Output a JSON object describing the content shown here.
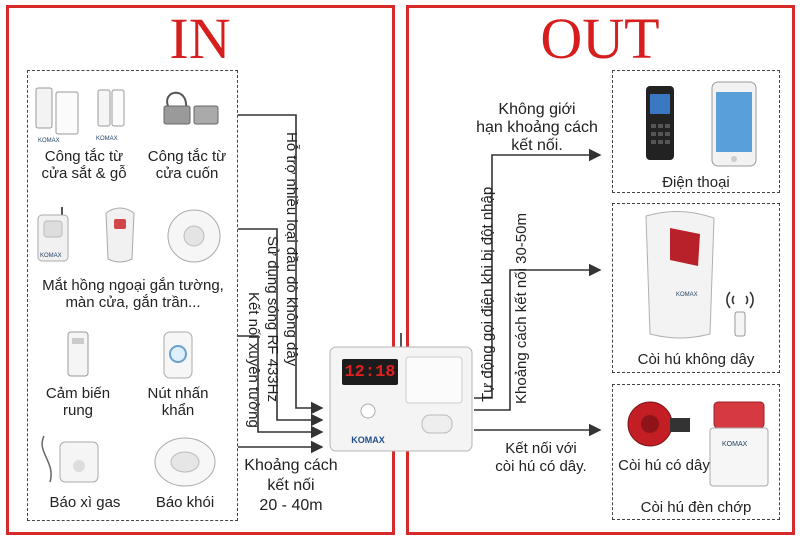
{
  "headings": {
    "in": "IN",
    "out": "OUT"
  },
  "inputs": {
    "contact_wood": "Công tắc từ\ncửa sắt & gỗ",
    "contact_roll": "Công tắc từ\ncửa cuốn",
    "pir": "Mắt hồng ngoại gắn tường,\nmàn cửa, gắn trần...",
    "vibration": "Cảm biến\nrung",
    "panic": "Nút nhấn\nkhẩn",
    "gas": "Báo xì gas",
    "smoke": "Báo khói"
  },
  "wire_labels": {
    "multi": "Hỗ trợ nhiều loại đầu dò không dây",
    "rf": "Sử dụng sóng RF 433Hz",
    "through_wall": "Kết nối xuyên tường",
    "distance": "Khoảng cách\nkết nối\n20 - 40m"
  },
  "out_labels": {
    "unlimited": "Không giới\nhạn khoảng cách\nkết nối.",
    "auto_call": "Tự động gọi điện khi bị đột nhập",
    "siren_distance": "Khoảng cách kết nối 30-50m",
    "wired": "Kết nối với\ncòi hú có dây."
  },
  "outputs": {
    "phone": "Điện thoại",
    "wireless_siren": "Còi hú không dây",
    "wired_siren": "Còi hú có dây",
    "strobe_siren": "Còi hú đèn chớp"
  },
  "panel": {
    "display": "12:18",
    "brand": "KOMAX"
  },
  "colors": {
    "accent": "#d62a2a",
    "heading": "#d71e1e",
    "panel_body": "#f4f4f4",
    "display": "#e02020"
  }
}
